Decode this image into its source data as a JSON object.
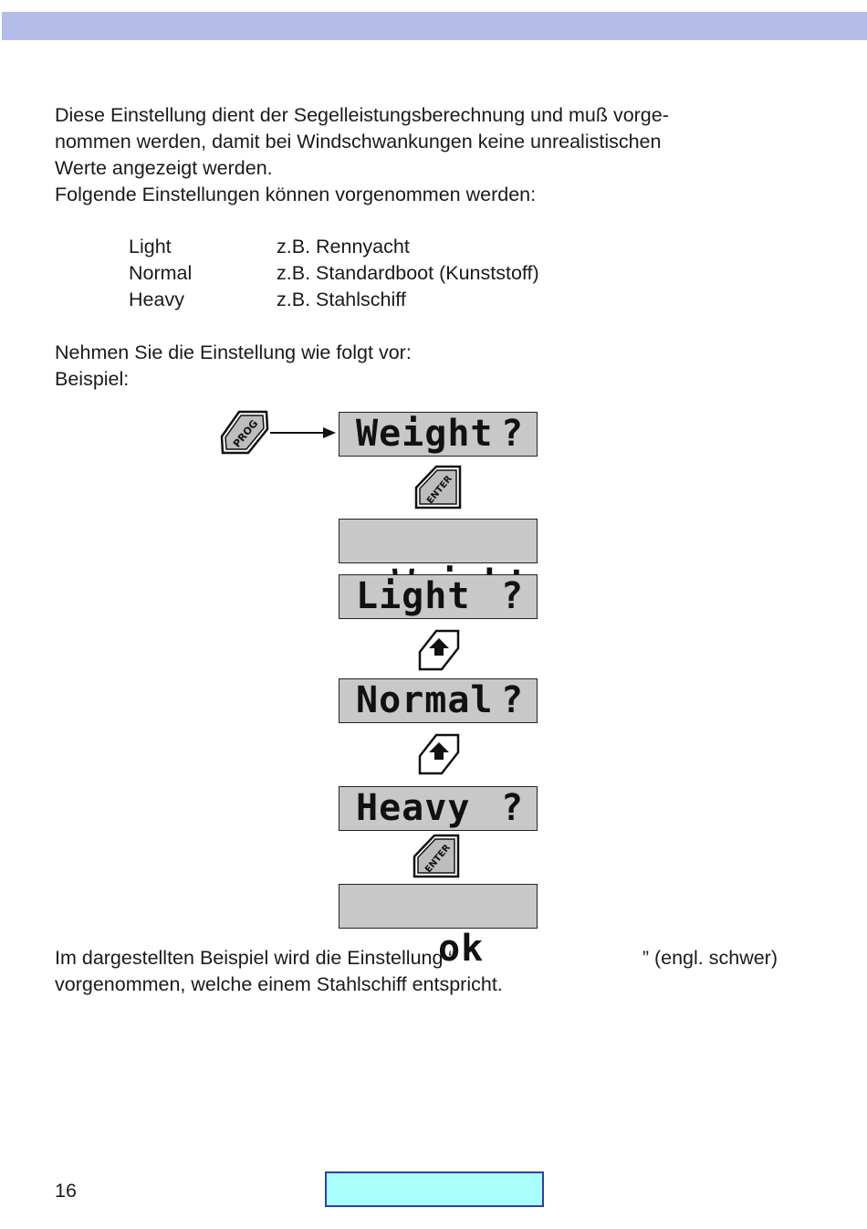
{
  "intro": {
    "line1": "Diese Einstellung dient der Segelleistungsberechnung und muß vorge-",
    "line2": "nommen werden, damit bei Windschwankungen keine unrealistischen",
    "line3": "Werte angezeigt werden.",
    "line4": "Folgende Einstellungen können vorgenommen werden:"
  },
  "options": [
    {
      "name": "Light",
      "example": "z.B. Rennyacht"
    },
    {
      "name": "Normal",
      "example": "z.B. Standardboot (Kunststoff)"
    },
    {
      "name": "Heavy",
      "example": "z.B. Stahlschiff"
    }
  ],
  "how": {
    "line1": "Nehmen Sie die Einstellung wie folgt vor:",
    "line2": "Beispiel:"
  },
  "keys": {
    "prog": "PROG",
    "enter": "ENTER"
  },
  "displays": {
    "weight_q": "Weight",
    "weight": "Weight",
    "light": "Light",
    "normal": "Normal",
    "heavy": "Heavy",
    "ok": "ok",
    "question": "?"
  },
  "final": {
    "line1_a": "Im dargestellten Beispiel wird die Einstellung “",
    "line1_b": "” (engl. schwer)",
    "line2": "vorgenommen, welche einem Stahlschiff entspricht."
  },
  "page_number": "16",
  "colors": {
    "top_bar": "#b3bde8",
    "nav_box_fill": "#aaffff",
    "nav_box_border": "#2a3fb0",
    "lcd": "#c8c8c8"
  }
}
